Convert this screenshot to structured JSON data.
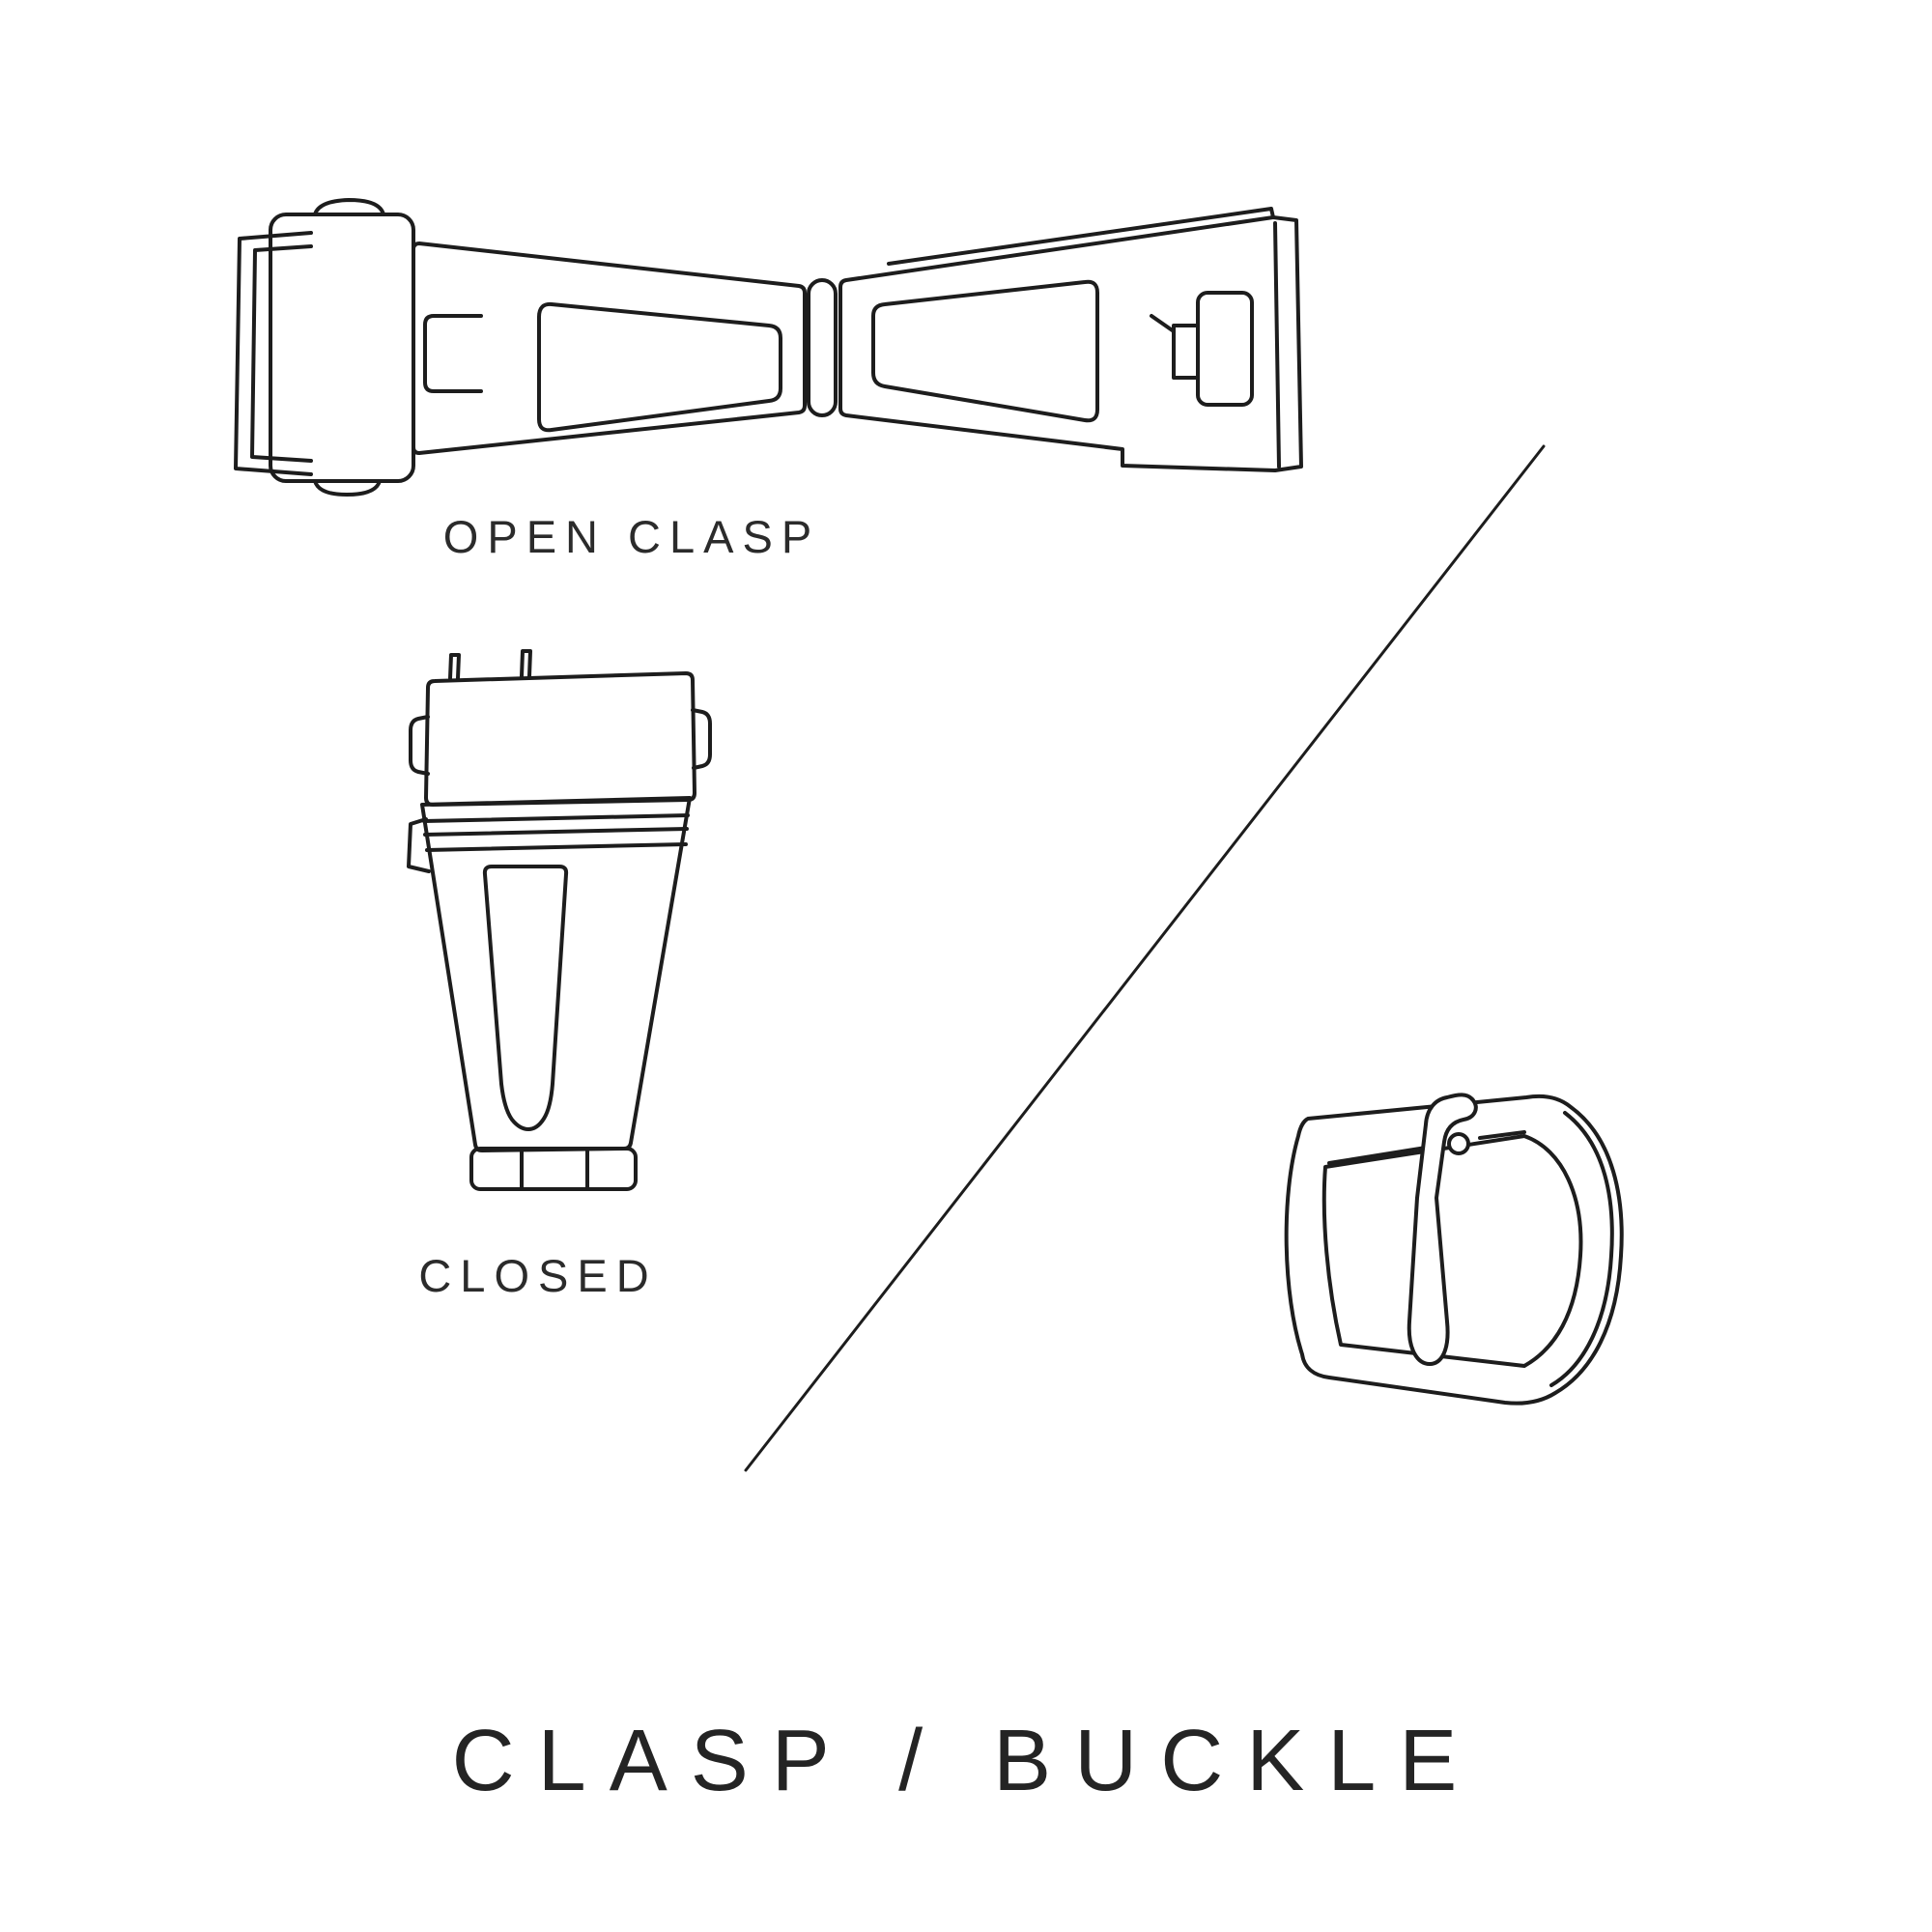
{
  "style": {
    "background": "#ffffff",
    "line_color": "#1d1d1d",
    "text_color": "#2b2b2b"
  },
  "labels": {
    "open_clasp": "OPEN CLASP",
    "closed": "CLOSED",
    "title": "CLASP / BUCKLE"
  },
  "illustrations": {
    "open_clasp": "open-clasp-line-drawing",
    "closed_clasp": "closed-clasp-line-drawing",
    "buckle": "tang-buckle-line-drawing",
    "divider": "diagonal-divider-line"
  }
}
